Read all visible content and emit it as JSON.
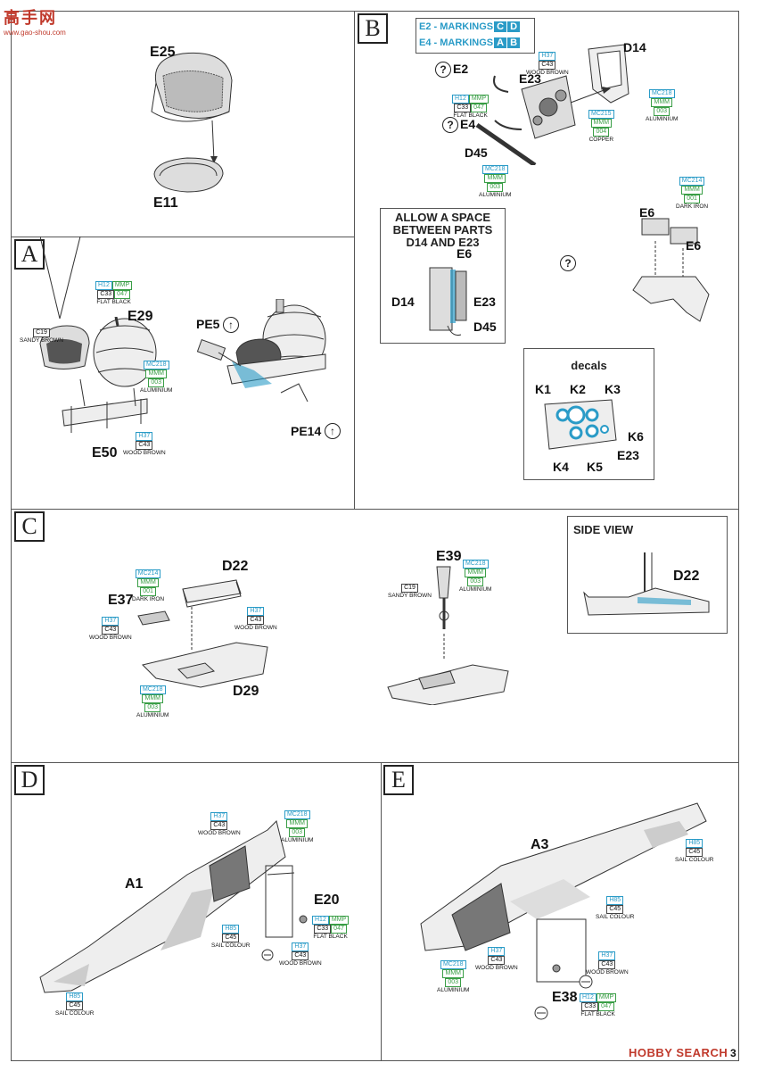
{
  "watermark_top": {
    "cn": "高手网",
    "sub": "www.gao-shou.com"
  },
  "watermark_bottom": "HOBBY SEARCH",
  "page_number": "3",
  "section_letters": [
    "A",
    "B",
    "C",
    "D",
    "E"
  ],
  "top_left": {
    "parts": [
      "E25",
      "E11"
    ]
  },
  "A": {
    "parts": [
      "E29",
      "E50",
      "PE5",
      "PE14"
    ],
    "paints": [
      {
        "codes": [
          "H12",
          "MMP"
        ],
        "sub": [
          "C33",
          "047"
        ],
        "name": "FLAT BLACK"
      },
      {
        "codes": [
          "C19"
        ],
        "name": "SANDY BROWN"
      },
      {
        "codes": [
          "MC218"
        ],
        "sub": [
          "MMM",
          "003"
        ],
        "name": "ALUMINIUM"
      },
      {
        "codes": [
          "H37"
        ],
        "sub": [
          "C43"
        ],
        "name": "WOOD BROWN"
      }
    ]
  },
  "B": {
    "markings": [
      {
        "label": "E2 - MARKINGS",
        "letters": [
          "C",
          "D"
        ]
      },
      {
        "label": "E4 - MARKINGS",
        "letters": [
          "A",
          "B"
        ]
      }
    ],
    "parts": [
      "E2",
      "E23",
      "D14",
      "E4",
      "D45",
      "E6",
      "E6"
    ],
    "paints": [
      {
        "codes": [
          "H37"
        ],
        "sub": [
          "C43"
        ],
        "name": "WOOD BROWN"
      },
      {
        "codes": [
          "H12",
          "MMP"
        ],
        "sub": [
          "C33",
          "047"
        ],
        "name": "FLAT BLACK"
      },
      {
        "codes": [
          "MC218"
        ],
        "sub": [
          "MMM",
          "003"
        ],
        "name": "ALUMINIUM"
      },
      {
        "codes": [
          "MC215"
        ],
        "sub": [
          "MMM",
          "004"
        ],
        "name": "COPPER"
      },
      {
        "codes": [
          "MC218"
        ],
        "sub": [
          "MMM",
          "003"
        ],
        "name": "ALUMINIUM"
      },
      {
        "codes": [
          "MC214"
        ],
        "sub": [
          "MMM",
          "001"
        ],
        "name": "DARK IRON"
      }
    ],
    "space_note": {
      "title": [
        "ALLOW A SPACE",
        "BETWEEN PARTS",
        "D14 AND E23"
      ],
      "parts": [
        "E6",
        "D14",
        "E23",
        "D45"
      ]
    },
    "decals": {
      "title": "decals",
      "labels": [
        "K1",
        "K2",
        "K3",
        "K6",
        "E23",
        "K4",
        "K5"
      ]
    }
  },
  "C": {
    "parts": [
      "D22",
      "E37",
      "D29",
      "E39"
    ],
    "paints": [
      {
        "codes": [
          "MC214"
        ],
        "sub": [
          "MMM",
          "001"
        ],
        "name": "DARK IRON"
      },
      {
        "codes": [
          "H37"
        ],
        "sub": [
          "C43"
        ],
        "name": "WOOD BROWN"
      },
      {
        "codes": [
          "H37"
        ],
        "sub": [
          "C43"
        ],
        "name": "WOOD BROWN"
      },
      {
        "codes": [
          "MC218"
        ],
        "sub": [
          "MMM",
          "003"
        ],
        "name": "ALUMINIUM"
      },
      {
        "codes": [
          "C19"
        ],
        "name": "SANDY BROWN"
      },
      {
        "codes": [
          "MC218"
        ],
        "sub": [
          "MMM",
          "003"
        ],
        "name": "ALUMINIUM"
      }
    ],
    "side_view": {
      "title": "SIDE VIEW",
      "part": "D22"
    }
  },
  "D": {
    "parts": [
      "A1",
      "E20"
    ],
    "paints": [
      {
        "codes": [
          "H37"
        ],
        "sub": [
          "C43"
        ],
        "name": "WOOD BROWN"
      },
      {
        "codes": [
          "MC218"
        ],
        "sub": [
          "MMM",
          "003"
        ],
        "name": "ALUMINIUM"
      },
      {
        "codes": [
          "H85"
        ],
        "sub": [
          "C45"
        ],
        "name": "SAIL COLOUR"
      },
      {
        "codes": [
          "H12",
          "MMP"
        ],
        "sub": [
          "C33",
          "047"
        ],
        "name": "FLAT BLACK"
      },
      {
        "codes": [
          "H37"
        ],
        "sub": [
          "C43"
        ],
        "name": "WOOD BROWN"
      },
      {
        "codes": [
          "H85"
        ],
        "sub": [
          "C45"
        ],
        "name": "SAIL COLOUR"
      }
    ]
  },
  "E": {
    "parts": [
      "A3",
      "E38"
    ],
    "paints": [
      {
        "codes": [
          "H85"
        ],
        "sub": [
          "C45"
        ],
        "name": "SAIL COLOUR"
      },
      {
        "codes": [
          "H85"
        ],
        "sub": [
          "C45"
        ],
        "name": "SAIL COLOUR"
      },
      {
        "codes": [
          "H37"
        ],
        "sub": [
          "C43"
        ],
        "name": "WOOD BROWN"
      },
      {
        "codes": [
          "H37"
        ],
        "sub": [
          "C43"
        ],
        "name": "WOOD BROWN"
      },
      {
        "codes": [
          "MC218"
        ],
        "sub": [
          "MMM",
          "003"
        ],
        "name": "ALUMINIUM"
      },
      {
        "codes": [
          "H12",
          "MMP"
        ],
        "sub": [
          "C33",
          "047"
        ],
        "name": "FLAT BLACK"
      }
    ]
  }
}
